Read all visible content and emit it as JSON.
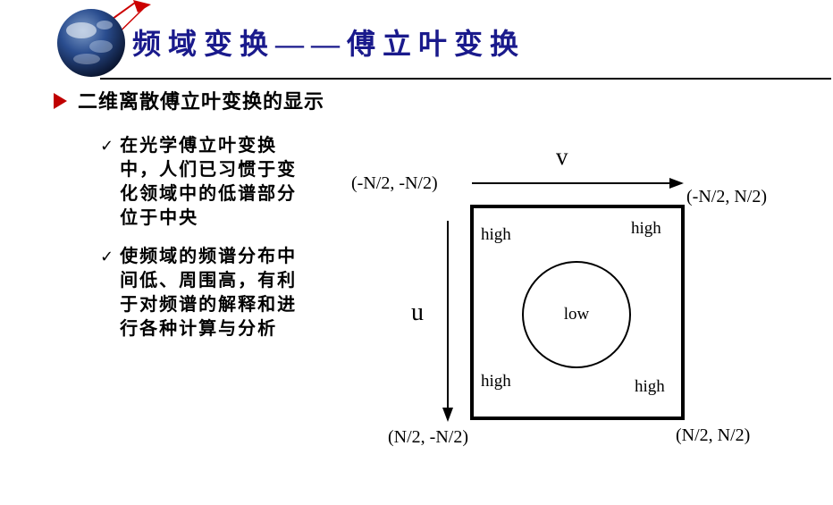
{
  "slide": {
    "title": "频域变换——傅立叶变换",
    "heading": "二维离散傅立叶变换的显示",
    "check_marker": "✓",
    "bullets": [
      "在光学傅立叶变换中，人们已习惯于变化领域中的低谱部分位于中央",
      "使频域的频谱分布中间低、周围高，有利于对频谱的解释和进行各种计算与分析"
    ]
  },
  "diagram": {
    "v_axis_label": "v",
    "u_axis_label": "u",
    "corners": {
      "top_left": "(-N/2, -N/2)",
      "top_right": "(-N/2, N/2)",
      "bottom_left": "(N/2, -N/2)",
      "bottom_right": "(N/2, N/2)"
    },
    "regions": {
      "top_left": "high",
      "top_right": "high",
      "bottom_left": "high",
      "bottom_right": "high",
      "center": "low"
    }
  },
  "colors": {
    "title_color": "#1a1a8c",
    "heading_bullet_color": "#c00000",
    "rule_color": "#000000",
    "background": "#ffffff"
  },
  "icons": {
    "logo": "earth-globe-icon",
    "heading_bullet": "arrow-right-bullet-icon",
    "list_marker": "check-icon",
    "v_axis_arrow": "arrow-right-icon",
    "u_axis_arrow": "arrow-down-icon"
  }
}
